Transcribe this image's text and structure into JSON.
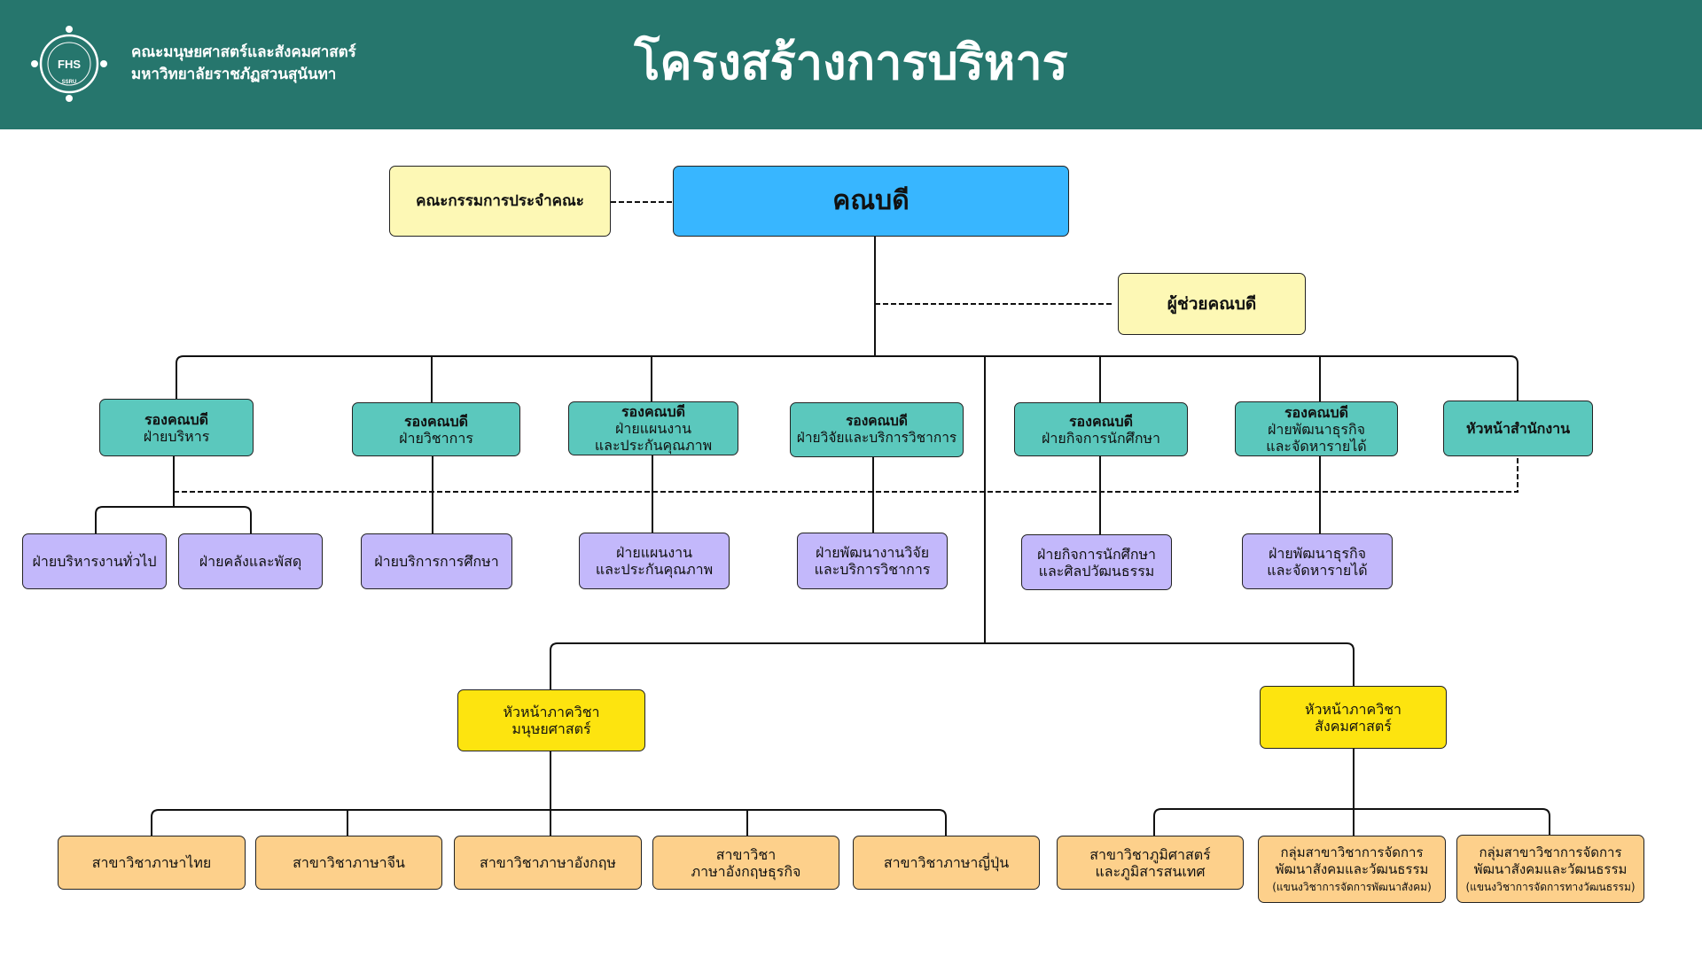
{
  "header": {
    "logo_text": "FHS",
    "logo_subtext": "SSRU",
    "org_name_line1": "คณะมนุษยศาสตร์และสังคมศาสตร์",
    "org_name_line2": "มหาวิทยาลัยราชภัฏสวนสุนันทา",
    "title": "โครงสร้างการบริหาร"
  },
  "colors": {
    "header_bg": "#26766d",
    "dean": "#38b6ff",
    "advisory": "#fdf8b5",
    "vice_dean": "#5bc8bd",
    "division": "#c3b8fb",
    "dept_head": "#fde40f",
    "program": "#fdd08b"
  },
  "top": {
    "committee": "คณะกรรมการประจำคณะ",
    "dean": "คณบดี",
    "assistant_dean": "ผู้ช่วยคณบดี"
  },
  "vice_deans": [
    {
      "title": "รองคณบดี",
      "line1": "ฝ่ายบริหาร",
      "line2": ""
    },
    {
      "title": "รองคณบดี",
      "line1": "ฝ่ายวิชาการ",
      "line2": ""
    },
    {
      "title": "รองคณบดี",
      "line1": "ฝ่ายแผนงาน",
      "line2": "และประกันคุณภาพ"
    },
    {
      "title": "รองคณบดี",
      "line1": "ฝ่ายวิจัยและบริการวิชาการ",
      "line2": ""
    },
    {
      "title": "รองคณบดี",
      "line1": "ฝ่ายกิจการนักศึกษา",
      "line2": ""
    },
    {
      "title": "รองคณบดี",
      "line1": "ฝ่ายพัฒนาธุรกิจ",
      "line2": "และจัดหารายได้"
    },
    {
      "title": "หัวหน้าสำนักงาน",
      "line1": "",
      "line2": ""
    }
  ],
  "divisions": [
    {
      "line1": "ฝ่ายบริหารงานทั่วไป",
      "line2": ""
    },
    {
      "line1": "ฝ่ายคลังและพัสดุ",
      "line2": ""
    },
    {
      "line1": "ฝ่ายบริการการศึกษา",
      "line2": ""
    },
    {
      "line1": "ฝ่ายแผนงาน",
      "line2": "และประกันคุณภาพ"
    },
    {
      "line1": "ฝ่ายพัฒนางานวิจัย",
      "line2": "และบริการวิชาการ"
    },
    {
      "line1": "ฝ่ายกิจการนักศึกษา",
      "line2": "และศิลปวัฒนธรรม"
    },
    {
      "line1": "ฝ่ายพัฒนาธุรกิจ",
      "line2": "และจัดหารายได้"
    }
  ],
  "department_heads": [
    {
      "line1": "หัวหน้าภาควิชา",
      "line2": "มนุษยศาสตร์"
    },
    {
      "line1": "หัวหน้าภาควิชา",
      "line2": "สังคมศาสตร์"
    }
  ],
  "programs": [
    {
      "line1": "สาขาวิชาภาษาไทย",
      "line2": "",
      "note": ""
    },
    {
      "line1": "สาขาวิชาภาษาจีน",
      "line2": "",
      "note": ""
    },
    {
      "line1": "สาขาวิชาภาษาอังกฤษ",
      "line2": "",
      "note": ""
    },
    {
      "line1": "สาขาวิชา",
      "line2": "ภาษาอังกฤษธุรกิจ",
      "note": ""
    },
    {
      "line1": "สาขาวิชาภาษาญี่ปุ่น",
      "line2": "",
      "note": ""
    },
    {
      "line1": "สาขาวิชาภูมิศาสตร์",
      "line2": "และภูมิสารสนเทศ",
      "note": ""
    },
    {
      "line1": "กลุ่มสาขาวิชาการจัดการ",
      "line2": "พัฒนาสังคมและวัฒนธรรม",
      "note": "(แขนงวิชาการจัดการพัฒนาสังคม)"
    },
    {
      "line1": "กลุ่มสาขาวิชาการจัดการ",
      "line2": "พัฒนาสังคมและวัฒนธรรม",
      "note": "(แขนงวิชาการจัดการทางวัฒนธรรม)"
    }
  ]
}
